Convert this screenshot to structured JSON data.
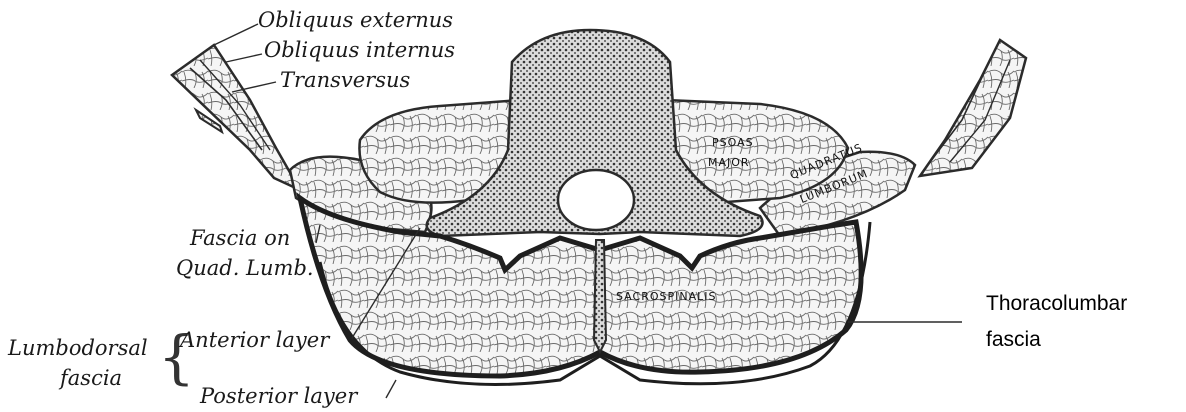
{
  "labels": {
    "obliquus_externus": "Obliquus externus",
    "obliquus_internus": "Obliquus internus",
    "transversus": "Transversus",
    "fascia_on_line1": "Fascia on",
    "fascia_on_line2": "Quad. Lumb.",
    "lumbodorsal_line1": "Lumbodorsal",
    "lumbodorsal_line2": "fascia",
    "anterior_layer": "Anterior layer",
    "posterior_layer": "Posterior layer",
    "psoas_line1": "PSOAS",
    "psoas_line2": "MAJOR",
    "quadratus_line1": "QUADRATUS",
    "quadratus_line2": "LUMBORUM",
    "sacrospinalis": "SACROSPINALIS",
    "thoracolumbar_line1": "Thoracolumbar",
    "thoracolumbar_line2": "fascia"
  },
  "colors": {
    "ink": "#2b2b2b",
    "muscle_fill": "#f4f4f4",
    "vertebra_fill": "#d9d9d9",
    "canal_fill": "#ffffff"
  }
}
